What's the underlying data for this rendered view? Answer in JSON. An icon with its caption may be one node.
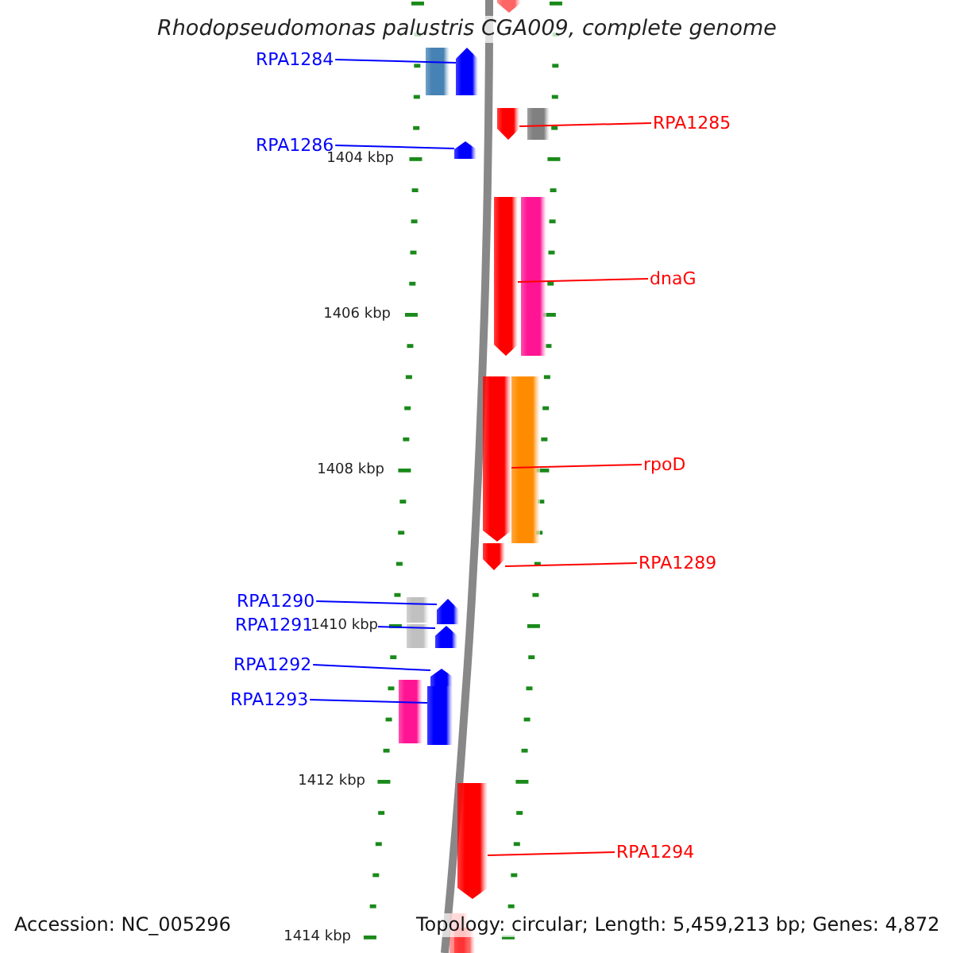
{
  "diagram": {
    "title": "Rhodopseudomonas palustris CGA009, complete genome",
    "nodes": [
      {
        "text": [],
        "shape": "bar"
      },
      {
        "text": [
          "RPA1284"
        ]
      },
      {
        "text": [],
        "shape": "bar"
      },
      {
        "text": [],
        "shape": "bar"
      },
      {
        "text": [
          "RPA1285"
        ]
      },
      {
        "text": [
          "RPA1286"
        ]
      },
      {
        "text": [],
        "shape": "bar"
      },
      {
        "text": [],
        "shape": "bar"
      },
      {
        "text": [
          "dnaG"
        ]
      },
      {
        "text": [],
        "shape": "bar"
      },
      {
        "text": [
          "rpoD"
        ]
      },
      {
        "text": [],
        "shape": "bar"
      },
      {
        "text": [
          "RPA1289"
        ]
      },
      {
        "text": [
          "RPA1290"
        ]
      },
      {
        "text": [],
        "shape": "bar"
      },
      {
        "text": [
          "RPA1291"
        ]
      },
      {
        "text": [],
        "shape": "bar"
      },
      {
        "text": [
          "RPA1292"
        ]
      },
      {
        "text": [],
        "shape": "bar"
      },
      {
        "text": [
          "RPA1293"
        ]
      },
      {
        "text": [],
        "shape": "bar"
      },
      {
        "text": [],
        "shape": "bar"
      },
      {
        "text": [
          "RPA1294"
        ]
      },
      {
        "text": [],
        "shape": "bar"
      }
    ],
    "edges": [
      {
        "from": 1,
        "to": 2,
        "arrow": "none"
      },
      {
        "from": 4,
        "to": 3,
        "arrow": "none",
        "color": "#ff0000"
      },
      {
        "from": 5,
        "to": 6,
        "arrow": "none"
      },
      {
        "from": 8,
        "to": 7,
        "arrow": "none",
        "color": "#ff0000"
      },
      {
        "from": 10,
        "to": 9,
        "arrow": "none",
        "color": "#ff0000"
      },
      {
        "from": 12,
        "to": 11,
        "arrow": "none",
        "color": "#ff0000"
      },
      {
        "from": 13,
        "to": 14,
        "arrow": "none"
      },
      {
        "from": 15,
        "to": 16,
        "arrow": "none"
      },
      {
        "from": 17,
        "to": 18,
        "arrow": "none"
      },
      {
        "from": 19,
        "to": 20,
        "arrow": "none"
      },
      {
        "from": 22,
        "to": 21,
        "arrow": "none",
        "color": "#ff0000"
      }
    ],
    "labels": [
      "1404 kbp",
      "1406 kbp",
      "1408 kbp",
      "1410 kbp",
      "1412 kbp",
      "1414 kbp",
      "Accession: NC_005296",
      "Topology: circular; Length: 5,459,213 bp; Genes: 4,872"
    ]
  }
}
